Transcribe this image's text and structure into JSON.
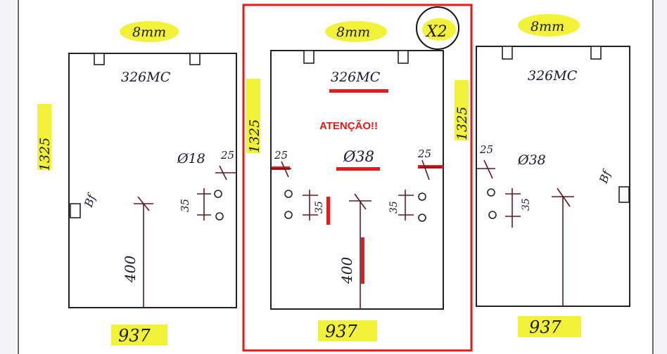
{
  "drawings": [
    {
      "id": "left",
      "top_dim": "8mm",
      "model": "326MC",
      "side_dim": "1325",
      "bottom_dim": "937",
      "diameter": "Ø18",
      "dim_25": "25",
      "dim_35": "35",
      "dim_400": "400",
      "marker": "Bf"
    },
    {
      "id": "center",
      "top_dim": "8mm",
      "model": "326MC",
      "side_dim": "1325",
      "bottom_dim": "937",
      "diameter": "Ø38",
      "dim_25_left": "25",
      "dim_25_right": "25",
      "dim_35_left": "35",
      "dim_35_right": "35",
      "dim_400": "400",
      "quantity": "X2",
      "warning": "ATENÇÃO!!"
    },
    {
      "id": "right",
      "top_dim": "8mm",
      "model": "326MC",
      "side_dim": "1325",
      "bottom_dim": "937",
      "diameter": "Ø38",
      "dim_25": "25",
      "dim_35": "35",
      "marker": "Bf"
    }
  ],
  "colors": {
    "highlight": "#f2f23a",
    "annotation_red": "#e31b1b",
    "ink": "#1a1a2a"
  }
}
